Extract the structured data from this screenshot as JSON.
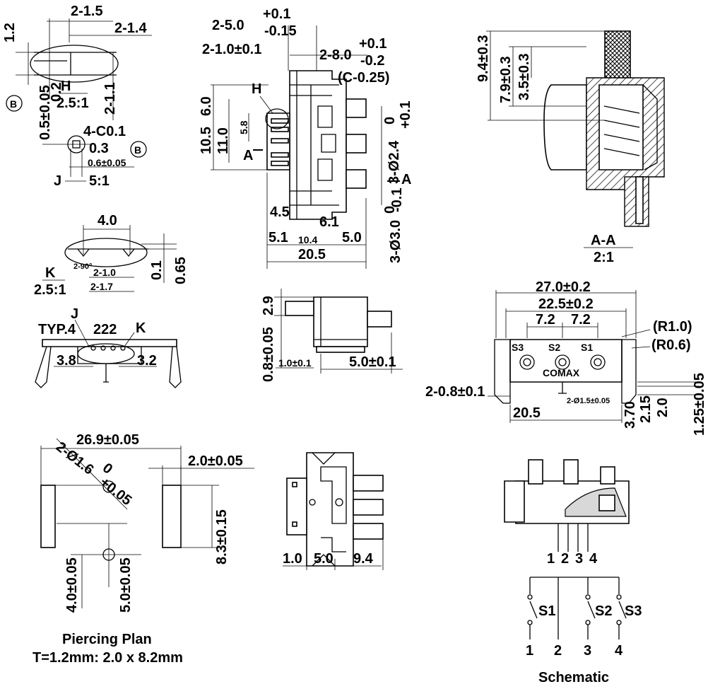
{
  "views": {
    "detail_h": {
      "dims": [
        "2-1.5",
        "2-1.4",
        "1.2",
        "0.5±0.05",
        "0.2",
        "2-1.1"
      ],
      "label": "H",
      "scale": "2.5:1",
      "datum": "B"
    },
    "detail_j": {
      "dims": [
        "4-C0.1",
        "0.3",
        "0.6±0.05"
      ],
      "label": "J",
      "scale": "5:1",
      "datum": "B"
    },
    "detail_k": {
      "dims": [
        "4.0",
        "0.1",
        "0.65",
        "2-90°",
        "2-1.0",
        "2-1.7"
      ],
      "label": "K",
      "scale": "2.5:1"
    },
    "bottom_view": {
      "dims": [
        "TYP.4",
        "222",
        "3.8",
        "3.2"
      ],
      "labels": [
        "J",
        "K"
      ]
    },
    "front_view": {
      "dims": [
        "2-5.0",
        "+0.1",
        "-0.15",
        "2-1.0±0.1",
        "2-8.0",
        "+0.1",
        "-0.2",
        "(C-0.25)",
        "6.0",
        "10.5",
        "11.0",
        "5.8",
        "0",
        "+0.1",
        "3-Ø2.4",
        "0",
        "-0.1",
        "3-Ø3.0",
        "4.5",
        "6.1",
        "5.1",
        "10.4",
        "5.0",
        "20.5"
      ],
      "labels": [
        "H",
        "A",
        "A"
      ]
    },
    "section_aa": {
      "dims": [
        "9.4±0.3",
        "7.9±0.3",
        "3.5±0.3"
      ],
      "label": "A-A",
      "scale": "2:1"
    },
    "side_view": {
      "dims": [
        "2.9",
        "0.8±0.05",
        "1.0±0.1",
        "5.0±0.1"
      ]
    },
    "top_view": {
      "dims": [
        "27.0±0.2",
        "22.5±0.2",
        "7.2",
        "7.2",
        "(R1.0)",
        "(R0.6)",
        "2-0.8±0.1",
        "20.5",
        "2-Ø1.5±0.05",
        "3.70",
        "2.15",
        "2.0",
        "1.25±0.05"
      ],
      "labels": [
        "S3",
        "S2",
        "S1"
      ],
      "brand": "COMAX"
    },
    "piercing": {
      "dims": [
        "26.9±0.05",
        "2-Ø1.6",
        "+0.05",
        "0",
        "2.0±0.05",
        "8.3±0.15",
        "4.0±0.05",
        "5.0±0.05"
      ],
      "title": "Piercing Plan",
      "subtitle": "T=1.2mm: 2.0 x 8.2mm"
    },
    "back_view": {
      "dims": [
        "1.0",
        "5.0",
        "9.4"
      ]
    },
    "iso_view": {
      "pins": [
        "1",
        "2",
        "3",
        "4"
      ]
    },
    "schematic": {
      "switches": [
        "S1",
        "S2",
        "S3"
      ],
      "pins": [
        "1",
        "2",
        "3",
        "4"
      ],
      "title": "Schematic"
    }
  }
}
